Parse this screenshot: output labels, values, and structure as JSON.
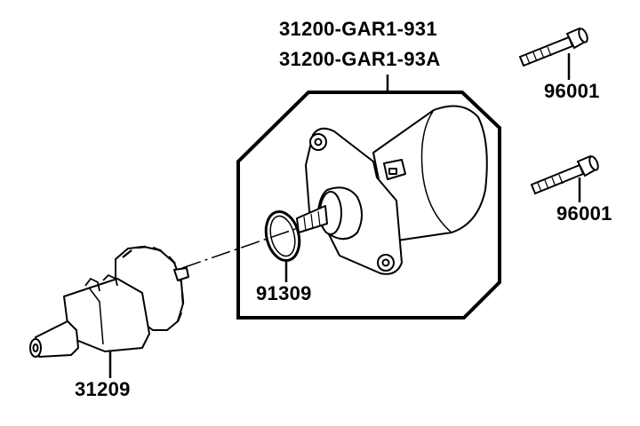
{
  "labels": {
    "assembly_line1": "31200-GAR1-931",
    "assembly_line2": "31200-GAR1-93A",
    "bolt_top": "96001",
    "bolt_bottom": "96001",
    "oring": "91309",
    "drive": "31209"
  },
  "colors": {
    "ink": "#000000",
    "paper": "#ffffff",
    "shade": "#dcdcdc"
  }
}
